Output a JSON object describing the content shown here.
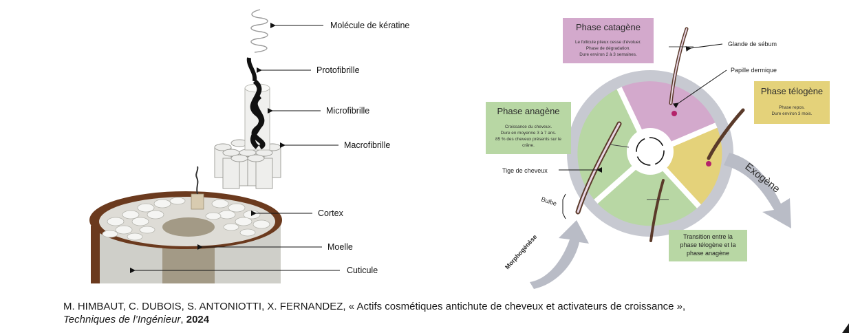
{
  "left_diagram": {
    "labels": {
      "keratin": "Molécule de kératine",
      "protofibril": "Protofibrille",
      "microfibril": "Microfibrille",
      "macrofibril": "Macrofibrille",
      "cortex": "Cortex",
      "medulla": "Moelle",
      "cuticle": "Cuticule"
    },
    "colors": {
      "cuticle": "#6b3a1e",
      "cortex": "#cfcfc9",
      "medulla": "#a39a86"
    }
  },
  "right_diagram": {
    "catagen": {
      "title": "Phase catagène",
      "lines": [
        "Le follicule pileux cesse d'évoluer.",
        "Phase de dégradation.",
        "Dure environ 2 à 3 semaines."
      ],
      "color": "#d3a9cc"
    },
    "telogen": {
      "title": "Phase télogène",
      "lines": [
        "Phase repos.",
        "Dure environ 3 mois."
      ],
      "color": "#e4d27a"
    },
    "anagen": {
      "title": "Phase anagène",
      "lines": [
        "Croissance du cheveux.",
        "Dure en moyenne 3 à 7 ans.",
        "85 % des cheveux présents sur le",
        "crâne."
      ],
      "color": "#b8d7a4"
    },
    "transition": {
      "lines": [
        "Transition entre la",
        "phase télogène et la",
        "phase anagène"
      ],
      "color": "#b8d7a4"
    },
    "labels": {
      "sebum": "Glande de sébum",
      "papilla": "Papille dermique",
      "shaft": "Tige de cheveux",
      "bulb": "Bulbe",
      "exogen": "Exogène",
      "morphogenesis": "Morphogénèse"
    },
    "colors": {
      "ring": "#c7c9d1",
      "arrow": "#b9bcc6"
    }
  },
  "caption": {
    "authors": "M. HIMBAUT, C. DUBOIS, S. ANTONIOTTI, X. FERNANDEZ, « Actifs cosmétiques antichute de cheveux et activateurs de croissance »,",
    "journal": "Techniques de l’Ingénieur",
    "separator": ", ",
    "year": "2024"
  }
}
